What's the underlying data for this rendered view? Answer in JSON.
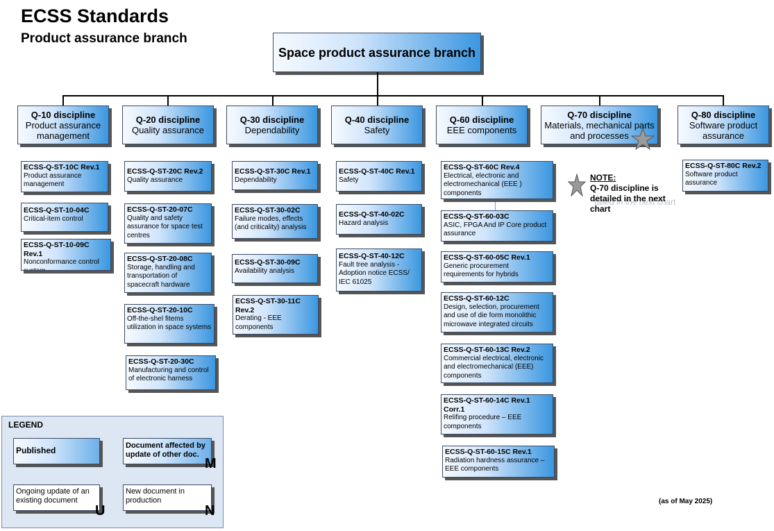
{
  "header": {
    "title": "ECSS Standards",
    "subtitle": "Product assurance branch"
  },
  "root": {
    "label": "Space product assurance branch"
  },
  "disciplines": [
    {
      "code": "Q-10 discipline",
      "name": "Product assurance management"
    },
    {
      "code": "Q-20 discipline",
      "name": "Quality assurance"
    },
    {
      "code": "Q-30 discipline",
      "name": "Dependability"
    },
    {
      "code": "Q-40 discipline",
      "name": "Safety"
    },
    {
      "code": "Q-60 discipline",
      "name": "EEE components"
    },
    {
      "code": "Q-70 discipline",
      "name": "Materials, mechanical parts and processes"
    },
    {
      "code": "Q-80 discipline",
      "name": "Software product assurance"
    }
  ],
  "docs": {
    "q10": [
      {
        "id": "ECSS-Q-ST-10C Rev.1",
        "title": "Product assurance management"
      },
      {
        "id": "ECSS-Q-ST-10-04C",
        "title": "Critical-item control"
      },
      {
        "id": "ECSS-Q-ST-10-09C Rev.1",
        "title": "Nonconformance control system"
      }
    ],
    "q20": [
      {
        "id": "ECSS-Q-ST-20C Rev.2",
        "title": "Quality assurance"
      },
      {
        "id": "ECSS-Q-ST-20-07C",
        "title": "Quality and safety assurance for space test centres"
      },
      {
        "id": "ECSS-Q-ST-20-08C",
        "title": "Storage, handling and transportation of spacecraft hardware"
      },
      {
        "id": "ECSS-Q-ST-20-10C",
        "title": "Off-the-shel fitems utilization in space systems"
      },
      {
        "id": "ECSS-Q-ST-20-30C",
        "title": "Manufacturing and control of electronic harness"
      }
    ],
    "q30": [
      {
        "id": "ECSS-Q-ST-30C Rev.1",
        "title": "Dependability"
      },
      {
        "id": "ECSS-Q-ST-30-02C",
        "title": "Failure modes, effects (and criticality) analysis"
      },
      {
        "id": "ECSS-Q-ST-30-09C",
        "title": "Availability analysis"
      },
      {
        "id": "ECSS-Q-ST-30-11C Rev.2",
        "title": "Derating - EEE components"
      }
    ],
    "q40": [
      {
        "id": "ECSS-Q-ST-40C Rev.1",
        "title": "Safety"
      },
      {
        "id": "ECSS-Q-ST-40-02C",
        "title": "Hazard analysis"
      },
      {
        "id": "ECSS-Q-ST-40-12C",
        "title": "Fault tree analysis - Adoption notice ECSS/ IEC 61025"
      }
    ],
    "q60": [
      {
        "id": "ECSS-Q-ST-60C Rev.4",
        "title": "Electrical, electronic and electromechanical (EEE ) components"
      },
      {
        "id": "ECSS-Q-ST-60-03C",
        "title": "ASIC, FPGA And IP Core product assurance"
      },
      {
        "id": "ECSS-Q-ST-60-05C Rev.1",
        "title": "Generic procurement requirements for hybrids"
      },
      {
        "id": "ECSS-Q-ST-60-12C",
        "title": "Design, selection, procurement and use of die form monolithic microwave integrated circuits"
      },
      {
        "id": "ECSS-Q-ST-60-13C Rev.2",
        "title": "Commercial electrical, electronic and electromechanical (EEE) components"
      },
      {
        "id": "ECSS-Q-ST-60-14C Rev.1 Corr.1",
        "title": "Relifing procedure – EEE components"
      },
      {
        "id": "ECSS-Q-ST-60-15C Rev.1",
        "title": "Radiation hardness assurance – EEE components"
      }
    ],
    "q80": [
      {
        "id": "ECSS-Q-ST-80C Rev.2",
        "title": "Software product assurance"
      }
    ]
  },
  "note": {
    "title": "NOTE:",
    "text": "Q-70 discipline is detailed in the next chart",
    "ghost_text": "tailed in the next chart"
  },
  "legend": {
    "title": "LEGEND",
    "published": "Published",
    "affected": "Document affected by update of other doc.",
    "affected_letter": "M",
    "ongoing": "Ongoing update of an existing document",
    "ongoing_letter": "U",
    "new_doc": "New document in production",
    "new_letter": "N"
  },
  "footer": {
    "as_of": "(as of May 2025)"
  },
  "colors": {
    "box_start": "#f6faff",
    "box_end": "#3b97e0",
    "border": "#3a4a63",
    "legend_bg": "#dde7f4",
    "star": "#9a9a9a"
  },
  "icons": {
    "note_star": "star-icon",
    "q70_star": "star-icon"
  }
}
